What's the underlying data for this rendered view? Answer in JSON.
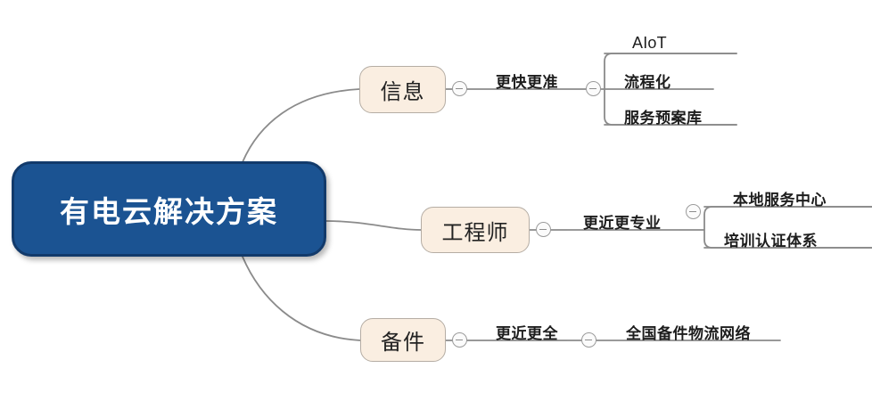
{
  "diagram": {
    "type": "mind-map",
    "title": "有电云解决方案",
    "background_color": "#ffffff",
    "root": {
      "label": "有电云解决方案",
      "fill_color": "#1b5392",
      "border_color": "#123a6b",
      "text_color": "#ffffff"
    },
    "branch_style": {
      "fill_color": "#faeee1",
      "border_color": "#b5ada4",
      "text_color": "#222222"
    },
    "connector_color": "#8b8b8b",
    "toggle_icon": "collapse-minus-icon",
    "branches": [
      {
        "label": "信息",
        "edge_label": "更快更准",
        "leaves": [
          "AIoT",
          "流程化",
          "服务预案库"
        ]
      },
      {
        "label": "工程师",
        "edge_label": "更近更专业",
        "leaves": [
          "本地服务中心",
          "培训认证体系"
        ]
      },
      {
        "label": "备件",
        "edge_label": "更近更全",
        "leaves": [
          "全国备件物流网络"
        ]
      }
    ]
  }
}
